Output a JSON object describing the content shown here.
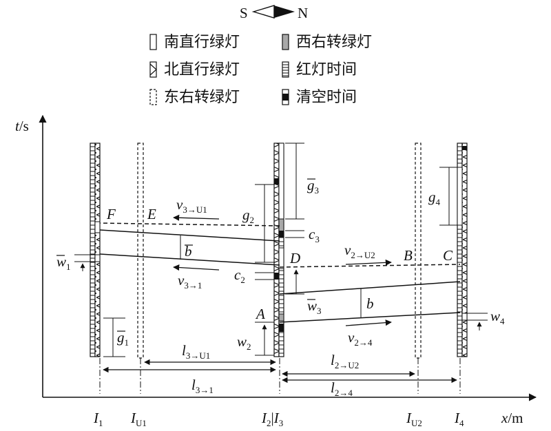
{
  "compass": {
    "south": "S",
    "north": "N"
  },
  "legend": [
    {
      "id": "sth",
      "label": "南直行绿灯",
      "pattern": "plain"
    },
    {
      "id": "wrt",
      "label": "西右转绿灯",
      "pattern": "gray"
    },
    {
      "id": "nth",
      "label": "北直行绿灯",
      "pattern": "zigzag"
    },
    {
      "id": "red",
      "label": "红灯时间",
      "pattern": "ladder"
    },
    {
      "id": "ert",
      "label": "东右转绿灯",
      "pattern": "dashed"
    },
    {
      "id": "clr",
      "label": "清空时间",
      "pattern": "black"
    }
  ],
  "axes": {
    "t": "t",
    "t_unit": "/s",
    "x": "x",
    "x_unit": "/m"
  },
  "intersections": [
    {
      "id": "I1",
      "base": "I",
      "sub": "1"
    },
    {
      "id": "IU1",
      "base": "I",
      "sub": "U1"
    },
    {
      "id": "I2I3",
      "base": "I",
      "sub": "2",
      "sep": "|",
      "base2": "I",
      "sub2": "3"
    },
    {
      "id": "IU2",
      "base": "I",
      "sub": "U2"
    },
    {
      "id": "I4",
      "base": "I",
      "sub": "4"
    }
  ],
  "points": {
    "A": "A",
    "B": "B",
    "C": "C",
    "D": "D",
    "E": "E",
    "F": "F"
  },
  "vars": {
    "v31": {
      "base": "v",
      "sub": "3→1"
    },
    "v3u1": {
      "base": "v",
      "sub": "3→U1"
    },
    "v2u2": {
      "base": "v",
      "sub": "2→U2"
    },
    "v24": {
      "base": "v",
      "sub": "2→4"
    },
    "g1": {
      "base": "g",
      "sub": "1",
      "bar": true
    },
    "g2": {
      "base": "g",
      "sub": "2",
      "bar": false
    },
    "g3": {
      "base": "g",
      "sub": "3",
      "bar": true
    },
    "g4": {
      "base": "g",
      "sub": "4",
      "bar": false
    },
    "c2": {
      "base": "c",
      "sub": "2"
    },
    "c3": {
      "base": "c",
      "sub": "3"
    },
    "w1": {
      "base": "w",
      "sub": "1",
      "bar": true
    },
    "w2": {
      "base": "w",
      "sub": "2",
      "bar": false
    },
    "w3": {
      "base": "w",
      "sub": "3",
      "bar": true
    },
    "w4": {
      "base": "w",
      "sub": "4",
      "bar": false
    },
    "b": {
      "base": "b",
      "bar": false
    },
    "bbar": {
      "base": "b",
      "bar": true
    },
    "l3u1": {
      "base": "l",
      "sub": "3→U1"
    },
    "l31": {
      "base": "l",
      "sub": "3→1"
    },
    "l2u2": {
      "base": "l",
      "sub": "2→U2"
    },
    "l24": {
      "base": "l",
      "sub": "2→4"
    }
  },
  "colors": {
    "ink": "#111111",
    "gray": "#a9a9a9",
    "clear": "#111111"
  }
}
